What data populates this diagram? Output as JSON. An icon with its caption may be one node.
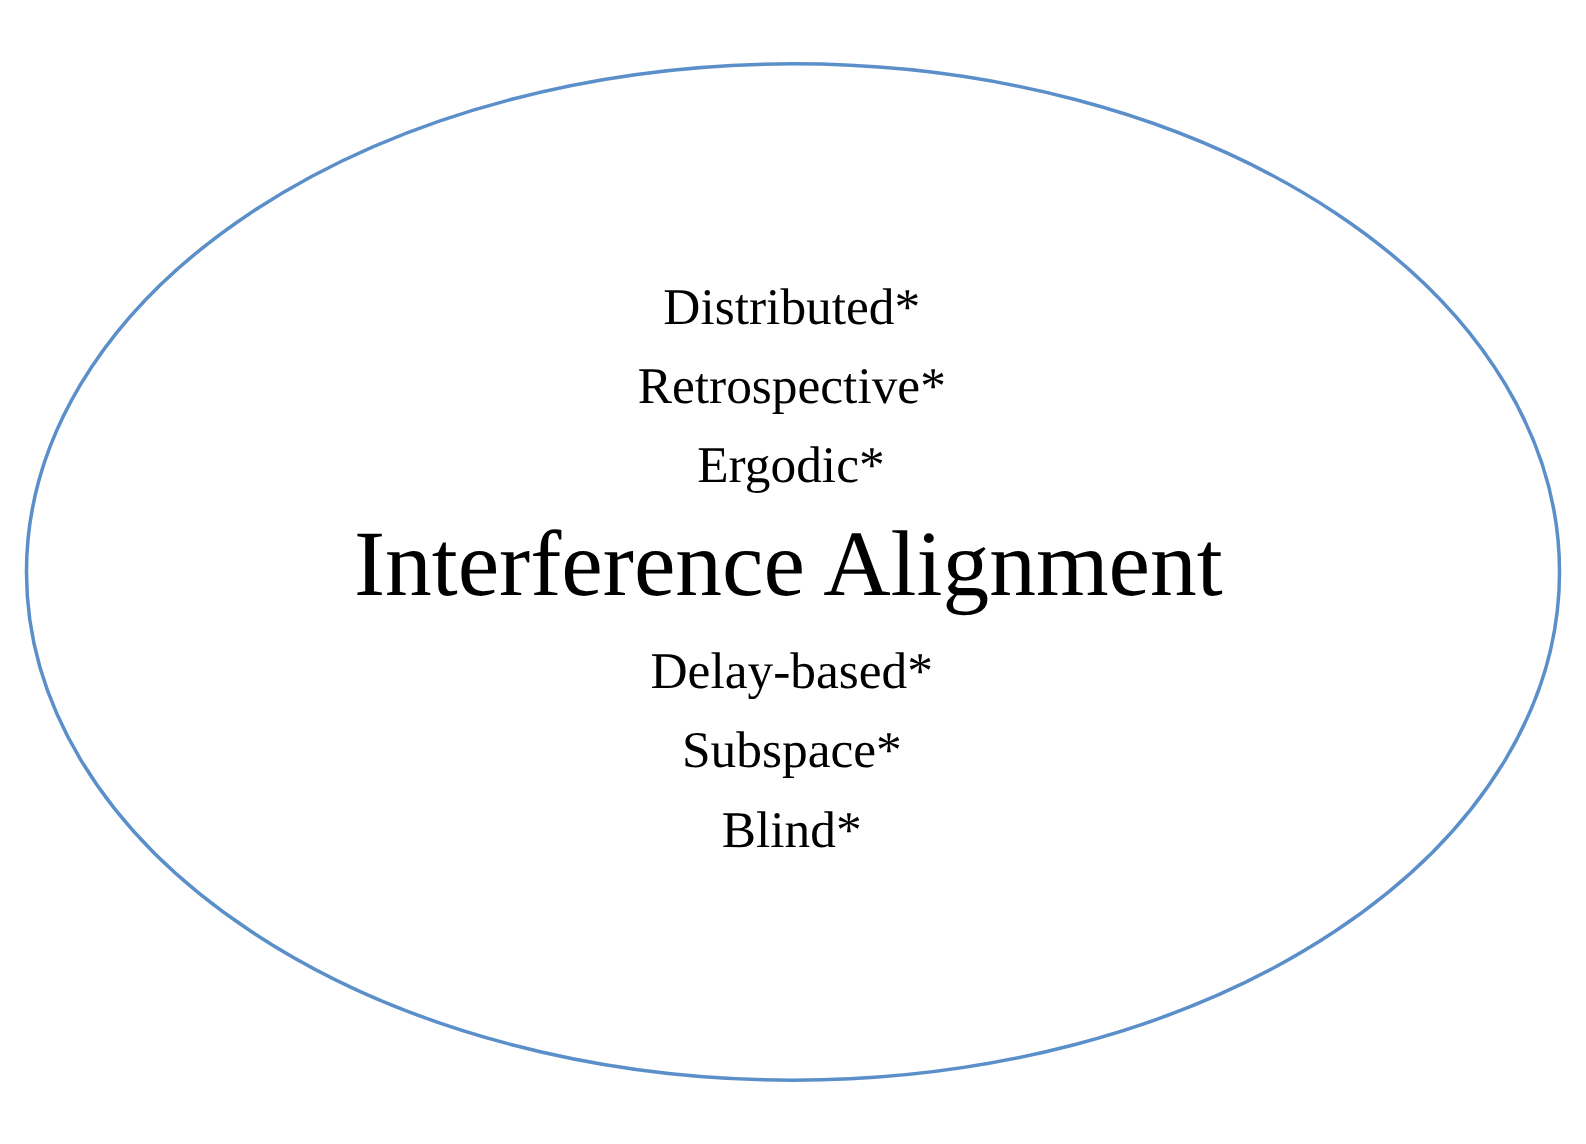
{
  "diagram": {
    "nodes": [
      {
        "text": [
          "Distributed*",
          "Retrospective*",
          "Ergodic*",
          "Interference Alignment",
          "Delay-based*",
          "Subspace*",
          "Blind*"
        ]
      }
    ]
  }
}
